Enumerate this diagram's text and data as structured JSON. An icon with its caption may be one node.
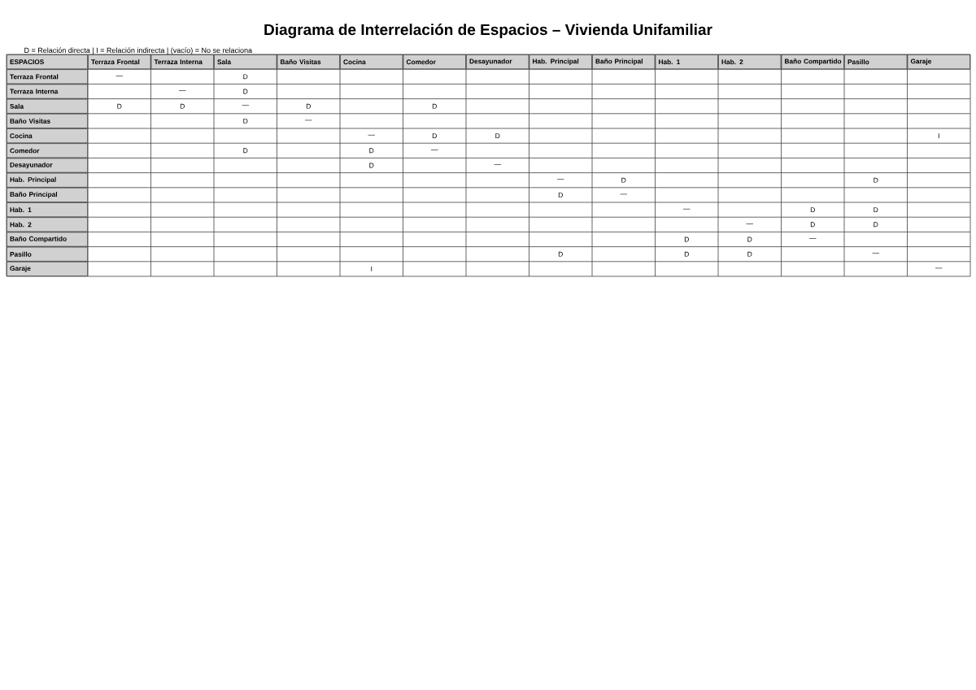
{
  "diagram": {
    "title": "Diagrama de Interrelación de Espacios – Vivienda Unifamiliar",
    "labels": [
      "D = Relación directa | I = Relación indirecta | (vacío) = No se relaciona",
      "ESPACIOS",
      "Terraza Frontal",
      "Terraza Interna",
      "Sala",
      "Baño Visitas",
      "Cocina",
      "Comedor",
      "Desayunador",
      "Hab. Principal",
      "Baño Principal",
      "Hab. 1",
      "Hab. 2",
      "Baño Compartido",
      "Pasillo",
      "Garaje",
      "Terraza Frontal",
      "—",
      "D",
      "Terraza Interna",
      "—",
      "D",
      "Sala",
      "D",
      "D",
      "—",
      "D",
      "D",
      "Baño Visitas",
      "D",
      "—",
      "Cocina",
      "—",
      "D",
      "D",
      "I",
      "Comedor",
      "D",
      "D",
      "—",
      "Desayunador",
      "D",
      "—",
      "Hab. Principal",
      "—",
      "D",
      "D",
      "Baño Principal",
      "D",
      "—",
      "Hab. 1",
      "—",
      "D",
      "D",
      "Hab. 2",
      "—",
      "D",
      "D",
      "Baño Compartido",
      "D",
      "D",
      "—",
      "Pasillo",
      "D",
      "D",
      "D",
      "—",
      "Garaje",
      "I",
      "—"
    ]
  }
}
